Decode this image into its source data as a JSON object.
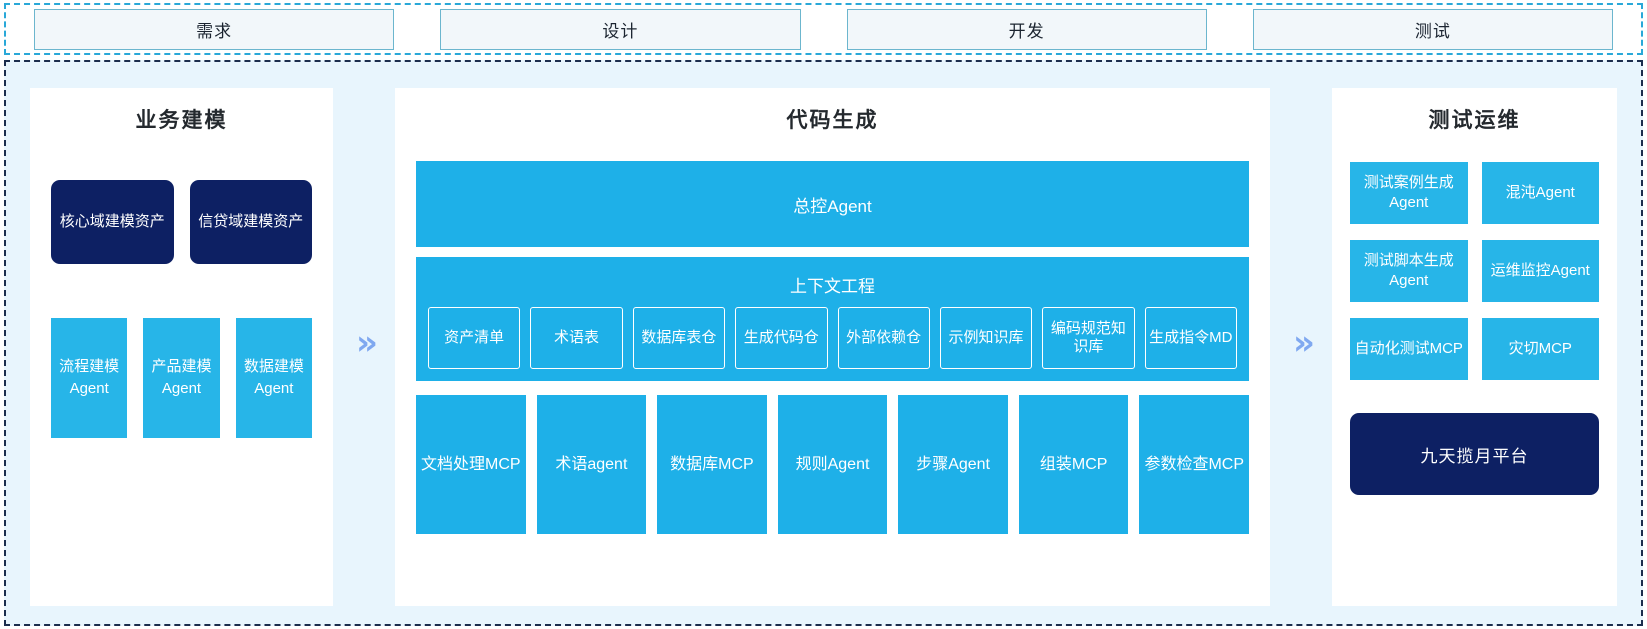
{
  "phases": [
    {
      "label": "需求"
    },
    {
      "label": "设计"
    },
    {
      "label": "开发"
    },
    {
      "label": "测试"
    }
  ],
  "colors": {
    "accent_cyan": "#1eb0e8",
    "accent_cyan_alt": "#27b5e8",
    "navy": "#0d2063",
    "panel_bg": "#e8f5fd",
    "frame_border": "#1b2d4d",
    "phase_border": "#29a8d8",
    "chevron": "#7fa8f0"
  },
  "arrows": {
    "glyph": "»",
    "name": "double-chevron-right"
  },
  "left_panel": {
    "title": "业务建模",
    "assets": [
      {
        "label": "核心域建模资产"
      },
      {
        "label": "信贷域建模资产"
      }
    ],
    "agents": [
      {
        "label": "流程建模Agent"
      },
      {
        "label": "产品建模Agent"
      },
      {
        "label": "数据建模Agent"
      }
    ]
  },
  "center_panel": {
    "title": "代码生成",
    "master_agent": "总控Agent",
    "context_engineering": {
      "title": "上下文工程",
      "items": [
        {
          "label": "资产清单"
        },
        {
          "label": "术语表"
        },
        {
          "label": "数据库表仓"
        },
        {
          "label": "生成代码仓"
        },
        {
          "label": "外部依赖仓"
        },
        {
          "label": "示例知识库"
        },
        {
          "label": "编码规范知识库"
        },
        {
          "label": "生成指令MD"
        }
      ]
    },
    "tools": [
      {
        "label": "文档处理MCP"
      },
      {
        "label": "术语agent"
      },
      {
        "label": "数据库MCP"
      },
      {
        "label": "规则Agent"
      },
      {
        "label": "步骤Agent"
      },
      {
        "label": "组装MCP"
      },
      {
        "label": "参数检查MCP"
      }
    ]
  },
  "right_panel": {
    "title": "测试运维",
    "items": [
      {
        "label": "测试案例生成Agent"
      },
      {
        "label": "混沌Agent"
      },
      {
        "label": "测试脚本生成Agent"
      },
      {
        "label": "运维监控Agent"
      },
      {
        "label": "自动化测试MCP"
      },
      {
        "label": "灾切MCP"
      }
    ],
    "platform": "九天揽月平台"
  }
}
